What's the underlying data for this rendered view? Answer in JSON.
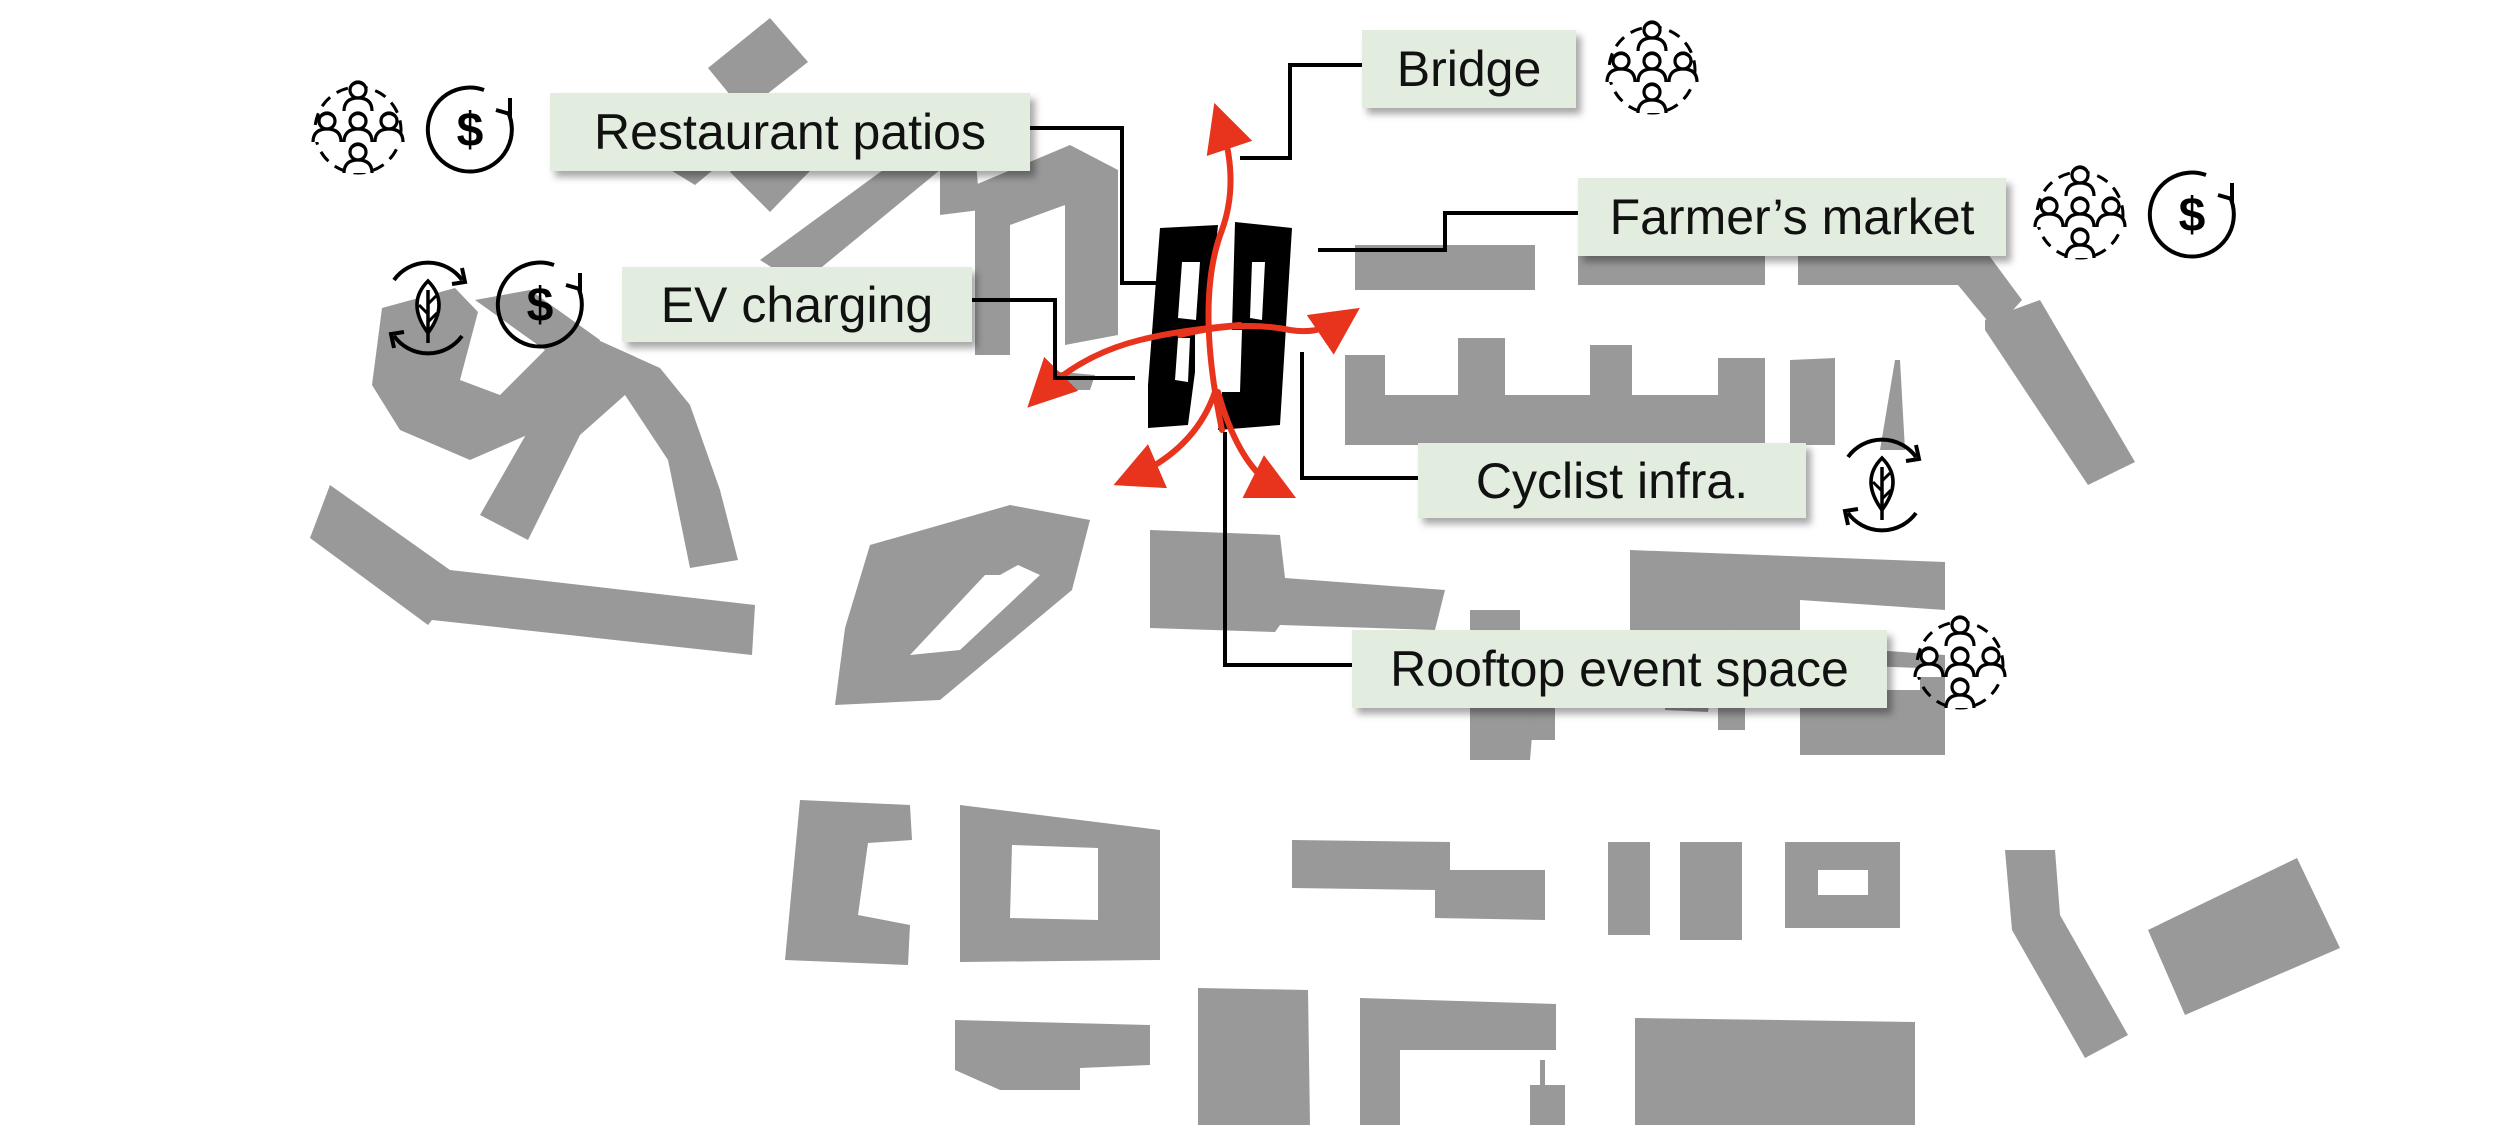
{
  "colors": {
    "building": "#999999",
    "focus_building": "#000000",
    "arrow": "#e8341c",
    "label_fill": "#e2ecdf",
    "leader": "#000000"
  },
  "labels": {
    "bridge": "Bridge",
    "restaurant_patios": "Restaurant patios",
    "farmers_market": "Farmer’s market",
    "ev_charging": "EV charging",
    "cyclist_infra": "Cyclist infra.",
    "rooftop_event_space": "Rooftop event space"
  },
  "icons": {
    "community": "people-network-icon",
    "economic": "dollar-cycle-icon",
    "environmental": "leaf-cycle-icon",
    "currency_symbol": "$"
  },
  "legend_map": {
    "bridge": [
      "community"
    ],
    "restaurant_patios": [
      "community",
      "economic"
    ],
    "farmers_market": [
      "community",
      "economic"
    ],
    "ev_charging": [
      "environmental",
      "economic"
    ],
    "cyclist_infra": [
      "environmental"
    ],
    "rooftop_event_space": [
      "community"
    ]
  }
}
